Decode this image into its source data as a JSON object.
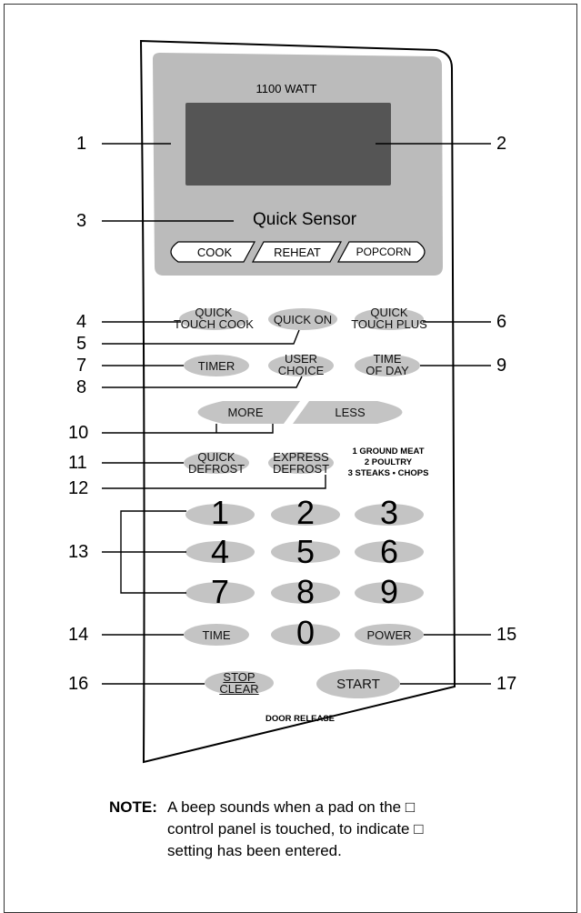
{
  "panel": {
    "wattage": "1100 WATT",
    "sensor_label": "Quick Sensor",
    "sensor_buttons": [
      "COOK",
      "REHEAT",
      "POPCORN"
    ],
    "pads": {
      "quick_touch_cook": [
        "QUICK",
        "TOUCH COOK"
      ],
      "quick_on": "QUICK ON",
      "quick_touch_plus": [
        "QUICK",
        "TOUCH PLUS"
      ],
      "timer": "TIMER",
      "user_choice": [
        "USER",
        "CHOICE"
      ],
      "time_of_day": [
        "TIME",
        "OF DAY"
      ],
      "more": "MORE",
      "less": "LESS",
      "quick_defrost": [
        "QUICK",
        "DEFROST"
      ],
      "express_defrost": [
        "EXPRESS",
        "DEFROST"
      ],
      "defrost_categories": [
        "1 GROUND MEAT",
        "2 POULTRY",
        "3 STEAKS • CHOPS"
      ],
      "digits": [
        "1",
        "2",
        "3",
        "4",
        "5",
        "6",
        "7",
        "8",
        "9",
        "0"
      ],
      "time": "TIME",
      "power": "POWER",
      "stop_clear": [
        "STOP",
        "CLEAR"
      ],
      "start": "START"
    },
    "door_release": "DOOR RELEASE"
  },
  "callouts": [
    "1",
    "2",
    "3",
    "4",
    "5",
    "6",
    "7",
    "8",
    "9",
    "10",
    "11",
    "12",
    "13",
    "14",
    "15",
    "16",
    "17"
  ],
  "note": {
    "label": "NOTE:",
    "lines": [
      "A beep sounds when a pad on the □",
      "control panel is touched, to indicate □",
      "setting has been entered."
    ]
  }
}
